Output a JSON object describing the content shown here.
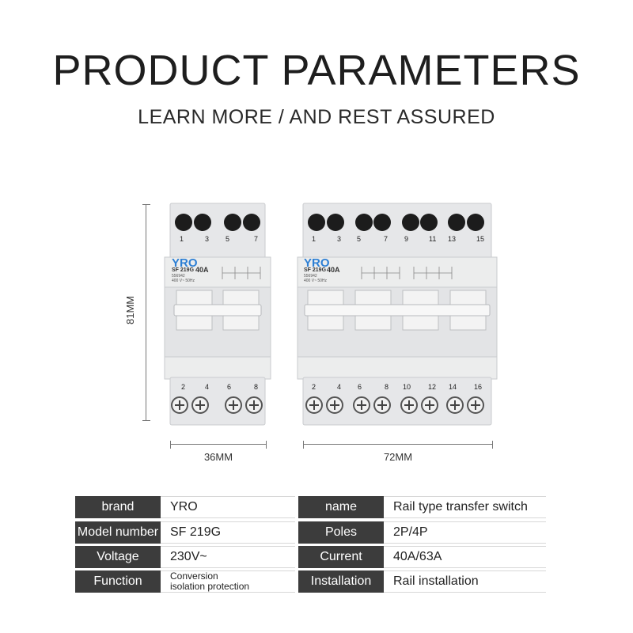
{
  "header": {
    "title": "PRODUCT PARAMETERS",
    "subtitle": "LEARN MORE / AND REST ASSURED"
  },
  "dimensions": {
    "height_label": "81MM",
    "width_2p_label": "36MM",
    "width_4p_label": "72MM"
  },
  "devices": {
    "brand_logo": "YRO",
    "model_text": "SF 219G",
    "rating_text": "40A",
    "serial_text": "556942",
    "voltage_text": "400 V~ 50Hz",
    "two_pole": {
      "top_terminals": [
        "1",
        "3",
        "5",
        "7"
      ],
      "bottom_terminals": [
        "2",
        "4",
        "6",
        "8"
      ]
    },
    "four_pole": {
      "top_terminals": [
        "1",
        "3",
        "5",
        "7",
        "9",
        "11",
        "13",
        "15"
      ],
      "bottom_terminals": [
        "2",
        "4",
        "6",
        "8",
        "10",
        "12",
        "14",
        "16"
      ]
    }
  },
  "specs": {
    "brand": {
      "label": "brand",
      "value": "YRO"
    },
    "name": {
      "label": "name",
      "value": "Rail type transfer switch"
    },
    "model": {
      "label": "Model number",
      "value": "SF 219G"
    },
    "poles": {
      "label": "Poles",
      "value": "2P/4P"
    },
    "voltage": {
      "label": "Voltage",
      "value": "230V~"
    },
    "current": {
      "label": "Current",
      "value": "40A/63A"
    },
    "function": {
      "label": "Function",
      "value_line1": "Conversion",
      "value_line2": "isolation protection"
    },
    "installation": {
      "label": "Installation",
      "value": "Rail installation"
    }
  },
  "colors": {
    "key_bg": "#3c3c3c",
    "device_body": "#e9eaec",
    "logo_blue": "#2d7fd4"
  }
}
